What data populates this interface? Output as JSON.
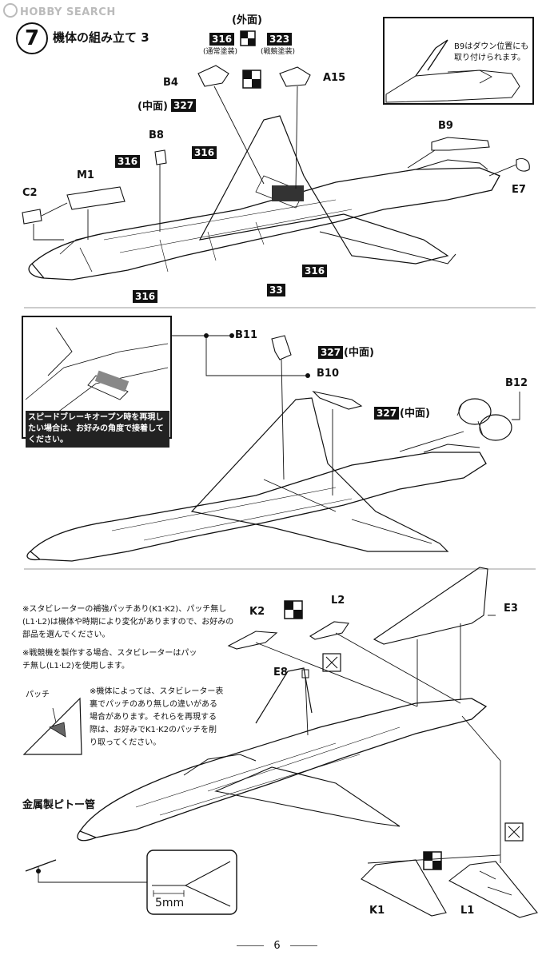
{
  "watermark": "HOBBY SEARCH",
  "step": {
    "number": "7",
    "title": "機体の組み立て 3"
  },
  "top": {
    "outer_face": "(外面)",
    "code_316": "316",
    "code_323": "323",
    "note_316": "(通常塗装)",
    "note_323": "(戦競塗装)",
    "part_b4": "B4",
    "part_a15": "A15",
    "middle_face": "(中面)",
    "code_327": "327",
    "part_b8": "B8",
    "part_m1": "M1",
    "part_c2": "C2",
    "part_b9": "B9",
    "part_e7": "E7",
    "code_33": "33",
    "inset_note": "B9はダウン位置にも取り付けられます。"
  },
  "middle": {
    "part_b11": "B11",
    "part_b10": "B10",
    "part_b12": "B12",
    "code_327": "327",
    "middle_face": "(中面)",
    "inset_note": "スピードブレーキオープン時を再現したい場合は、お好みの角度で接着してください。"
  },
  "bottom": {
    "note1": "※スタビレーターの補強パッチあり(K1·K2)、パッチ無し(L1·L2)は機体や時期により変化がありますので、お好みの部品を選んでください。",
    "note2": "※戦競機を製作する場合、スタビレーターはパッチ無し(L1·L2)を使用します。",
    "note3": "※機体によっては、スタビレーター表裏でパッチのあり無しの違いがある場合があります。それらを再現する際は、お好みでK1·K2のパッチを削り取ってください。",
    "patch_label": "パッチ",
    "part_k2": "K2",
    "part_l2": "L2",
    "part_e3": "E3",
    "part_e8": "E8",
    "part_k1": "K1",
    "part_l1": "L1",
    "pitot": "金属製ピトー管",
    "measure": "5mm"
  },
  "page_number": "6"
}
